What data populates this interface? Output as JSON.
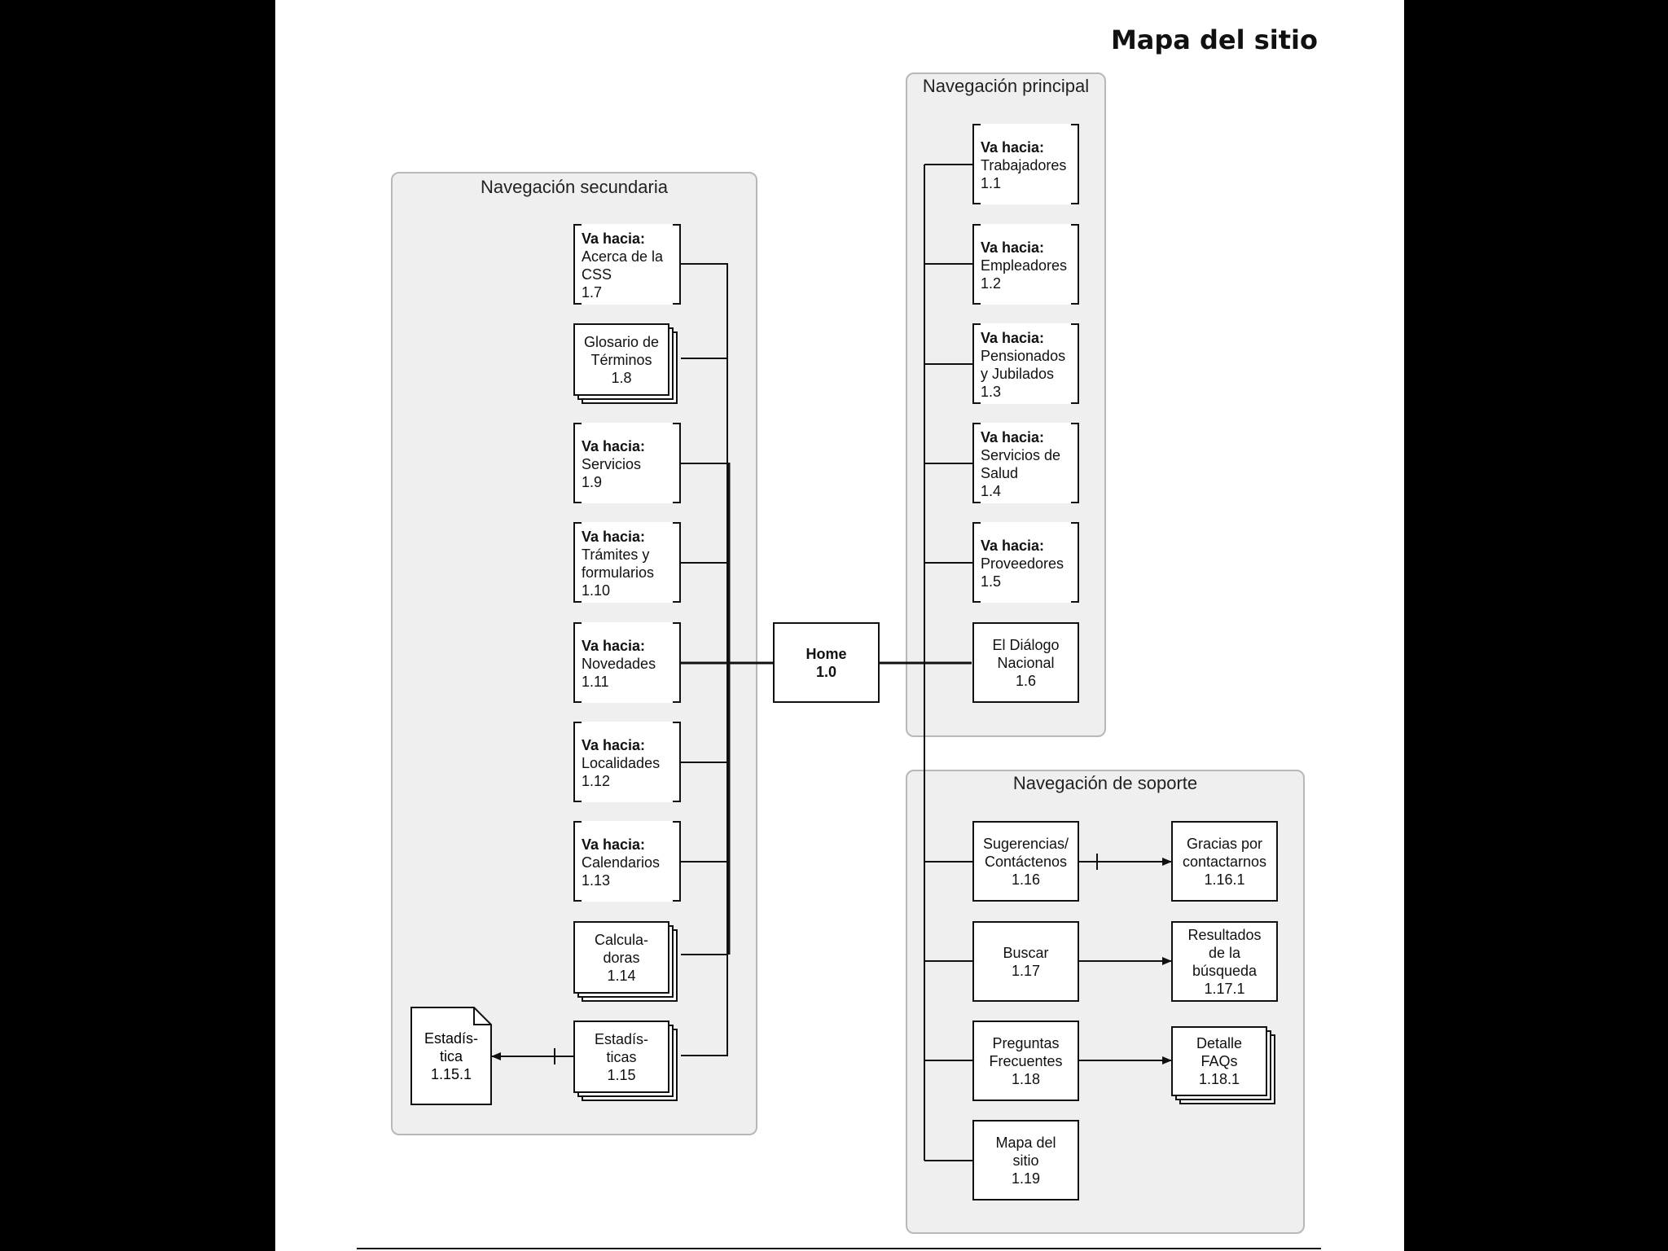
{
  "title": "Mapa del sitio",
  "goto_prefix": "Va hacia:",
  "panels": {
    "secondary": "Navegación secundaria",
    "primary": "Navegación principal",
    "support": "Navegación de soporte"
  },
  "home": {
    "label": "Home",
    "id": "1.0"
  },
  "secondary_nodes": [
    {
      "kind": "goto",
      "lines": [
        "Acerca de la",
        "CSS"
      ],
      "id": "1.7"
    },
    {
      "kind": "stack",
      "lines": [
        "Glosario de",
        "Términos"
      ],
      "id": "1.8"
    },
    {
      "kind": "goto",
      "lines": [
        "Servicios"
      ],
      "id": "1.9"
    },
    {
      "kind": "goto",
      "lines": [
        "Trámites y",
        "formularios"
      ],
      "id": "1.10"
    },
    {
      "kind": "goto",
      "lines": [
        "Novedades"
      ],
      "id": "1.11"
    },
    {
      "kind": "goto",
      "lines": [
        "Localidades"
      ],
      "id": "1.12"
    },
    {
      "kind": "goto",
      "lines": [
        "Calendarios"
      ],
      "id": "1.13"
    },
    {
      "kind": "stack",
      "lines": [
        "Calcula-",
        "doras"
      ],
      "id": "1.14"
    },
    {
      "kind": "stack",
      "lines": [
        "Estadís-",
        "ticas"
      ],
      "id": "1.15"
    }
  ],
  "secondary_doc": {
    "lines": [
      "Estadís-",
      "tica"
    ],
    "id": "1.15.1"
  },
  "primary_nodes": [
    {
      "kind": "goto",
      "lines": [
        "Trabajadores"
      ],
      "id": "1.1"
    },
    {
      "kind": "goto",
      "lines": [
        "Empleadores"
      ],
      "id": "1.2"
    },
    {
      "kind": "goto",
      "lines": [
        "Pensionados",
        "y Jubilados"
      ],
      "id": "1.3"
    },
    {
      "kind": "goto",
      "lines": [
        "Servicios de",
        "Salud"
      ],
      "id": "1.4"
    },
    {
      "kind": "goto",
      "lines": [
        "Proveedores"
      ],
      "id": "1.5"
    },
    {
      "kind": "box",
      "lines": [
        "El Diálogo",
        "Nacional"
      ],
      "id": "1.6"
    }
  ],
  "support_nodes": [
    {
      "kind": "box",
      "lines": [
        "Sugerencias/",
        "Contáctenos"
      ],
      "id": "1.16"
    },
    {
      "kind": "box",
      "lines": [
        "Buscar"
      ],
      "id": "1.17"
    },
    {
      "kind": "box",
      "lines": [
        "Preguntas",
        "Frecuentes"
      ],
      "id": "1.18"
    },
    {
      "kind": "box",
      "lines": [
        "Mapa del",
        "sitio"
      ],
      "id": "1.19"
    }
  ],
  "support_children": [
    {
      "kind": "box",
      "lines": [
        "Gracias por",
        "contactarnos"
      ],
      "id": "1.16.1"
    },
    {
      "kind": "box",
      "lines": [
        "Resultados",
        "de la",
        "búsqueda"
      ],
      "id": "1.17.1"
    },
    {
      "kind": "stack",
      "lines": [
        "Detalle",
        "FAQs"
      ],
      "id": "1.18.1"
    }
  ]
}
